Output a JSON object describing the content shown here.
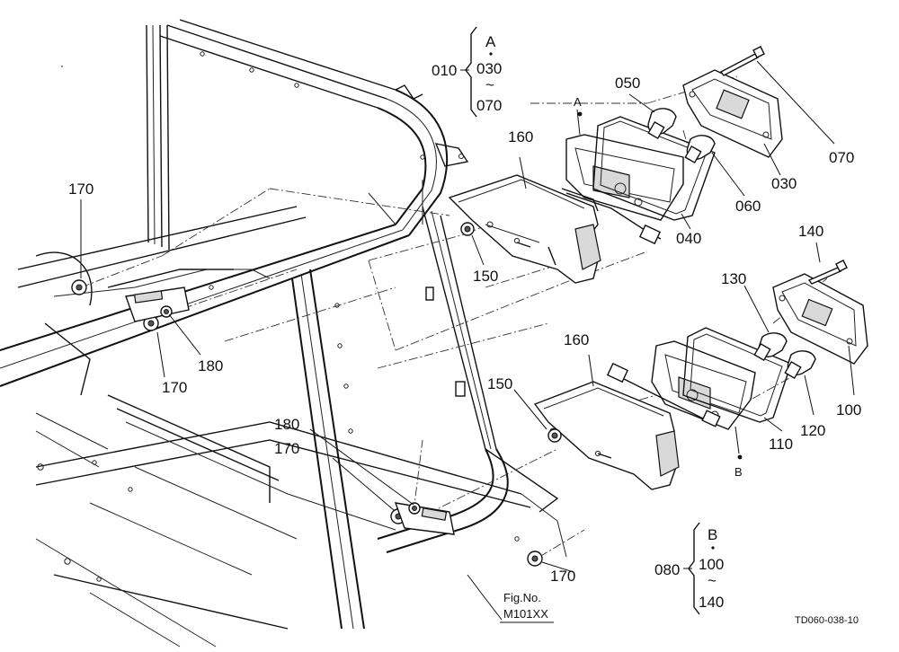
{
  "callouts": {
    "p010": "010",
    "p030": "030",
    "p040": "040",
    "p050": "050",
    "p060": "060",
    "p070": "070",
    "p080": "080",
    "p100": "100",
    "p110": "110",
    "p120": "120",
    "p130": "130",
    "p140": "140",
    "p150_top": "150",
    "p150_bottom": "150",
    "p160_top": "160",
    "p160_bottom": "160",
    "p170_left_top": "170",
    "p170_left_mid": "170",
    "p170_center": "170",
    "p170_bottom": "170",
    "p180_left": "180",
    "p180_center": "180",
    "marker_a": "A",
    "marker_b": "B"
  },
  "group_a": {
    "header": "A",
    "from": "030",
    "range_sign": "~",
    "to": "070"
  },
  "group_b": {
    "header": "B",
    "from": "100",
    "range_sign": "~",
    "to": "140"
  },
  "figure_ref": {
    "label": "Fig.No.",
    "number": "M101XX"
  },
  "drawing_code": "TD060-038-10"
}
